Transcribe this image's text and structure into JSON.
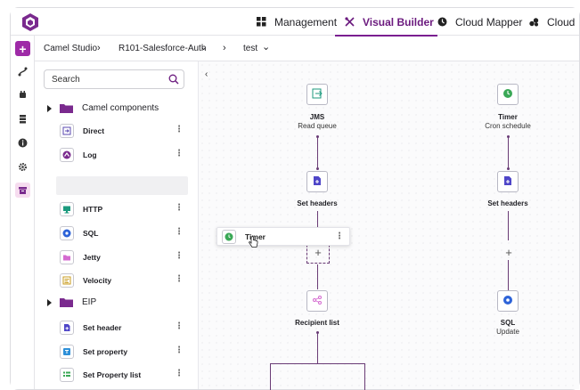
{
  "topnav": {
    "tabs": [
      {
        "label": "Management",
        "icon": "grid-icon"
      },
      {
        "label": "Visual Builder",
        "icon": "tools-icon",
        "active": true
      },
      {
        "label": "Cloud Mapper",
        "icon": "clock-icon"
      },
      {
        "label": "Cloud",
        "icon": "cubes-icon"
      }
    ],
    "accent": "#7a1f90"
  },
  "breadcrumb": {
    "items": [
      "Camel Studio",
      "R101-Salesforce-Auth",
      "test"
    ]
  },
  "sidebar": {
    "search_placeholder": "Search",
    "groups": [
      {
        "label": "Camel components"
      },
      {
        "label": "EIP"
      }
    ],
    "items": [
      {
        "label": "Direct",
        "icon": "direct-icon"
      },
      {
        "label": "Log",
        "icon": "log-icon"
      },
      {
        "label": "HTTP",
        "icon": "http-icon"
      },
      {
        "label": "SQL",
        "icon": "sql-icon"
      },
      {
        "label": "Jetty",
        "icon": "jetty-icon"
      },
      {
        "label": "Velocity",
        "icon": "velocity-icon"
      },
      {
        "label": "Set header",
        "icon": "set-header-icon"
      },
      {
        "label": "Set property",
        "icon": "set-property-icon"
      },
      {
        "label": "Set Property list",
        "icon": "set-property-list-icon"
      }
    ]
  },
  "canvas": {
    "dragging": {
      "label": "Timer",
      "icon": "timer-icon"
    },
    "flow1": [
      {
        "label": "JMS",
        "sub": "Read queue",
        "icon": "jms-icon"
      },
      {
        "label": "Set headers",
        "icon": "set-headers-icon"
      },
      {
        "label": "Recipient list",
        "icon": "recipient-list-icon"
      }
    ],
    "flow2": [
      {
        "label": "Timer",
        "sub": "Cron schedule",
        "icon": "timer-icon"
      },
      {
        "label": "Set headers",
        "icon": "set-headers-icon"
      },
      {
        "label": "SQL",
        "sub": "Update",
        "icon": "sql-icon"
      }
    ],
    "add_symbol": "+"
  }
}
